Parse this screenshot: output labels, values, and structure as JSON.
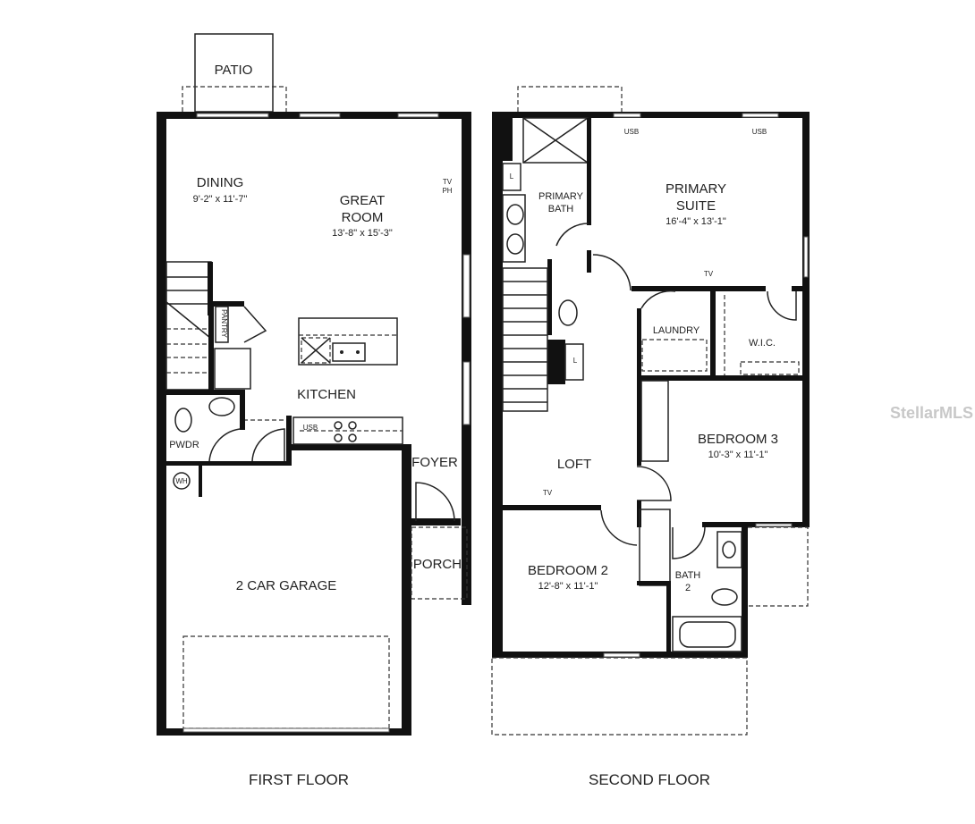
{
  "first_floor": {
    "caption": "FIRST FLOOR",
    "rooms": {
      "patio": "PATIO",
      "dining": {
        "name": "DINING",
        "dim": "9'-2\" x 11'-7\""
      },
      "great_room": {
        "name1": "GREAT",
        "name2": "ROOM",
        "dim": "13'-8\" x 15'-3\""
      },
      "pantry": "PANTRY",
      "kitchen": "KITCHEN",
      "pwdr": "PWDR",
      "foyer": "FOYER",
      "porch": "PORCH",
      "garage": "2 CAR GARAGE",
      "wh": "WH"
    },
    "notes": {
      "tv": "TV",
      "ph": "PH",
      "usb": "USB"
    }
  },
  "second_floor": {
    "caption": "SECOND FLOOR",
    "rooms": {
      "primary_bath": {
        "name1": "PRIMARY",
        "name2": "BATH"
      },
      "primary_suite": {
        "name1": "PRIMARY",
        "name2": "SUITE",
        "dim": "16'-4\" x 13'-1\""
      },
      "laundry": "LAUNDRY",
      "wic": "W.I.C.",
      "loft": "LOFT",
      "bedroom3": {
        "name": "BEDROOM 3",
        "dim": "10'-3\" x 11'-1\""
      },
      "bedroom2": {
        "name": "BEDROOM 2",
        "dim": "12'-8\" x 11'-1\""
      },
      "bath2": {
        "name1": "BATH",
        "name2": "2"
      },
      "linen": "L"
    },
    "notes": {
      "usb": "USB",
      "tv": "TV"
    }
  },
  "watermark": "StellarMLS",
  "colors": {
    "wall": "#111111",
    "background": "#ffffff"
  }
}
